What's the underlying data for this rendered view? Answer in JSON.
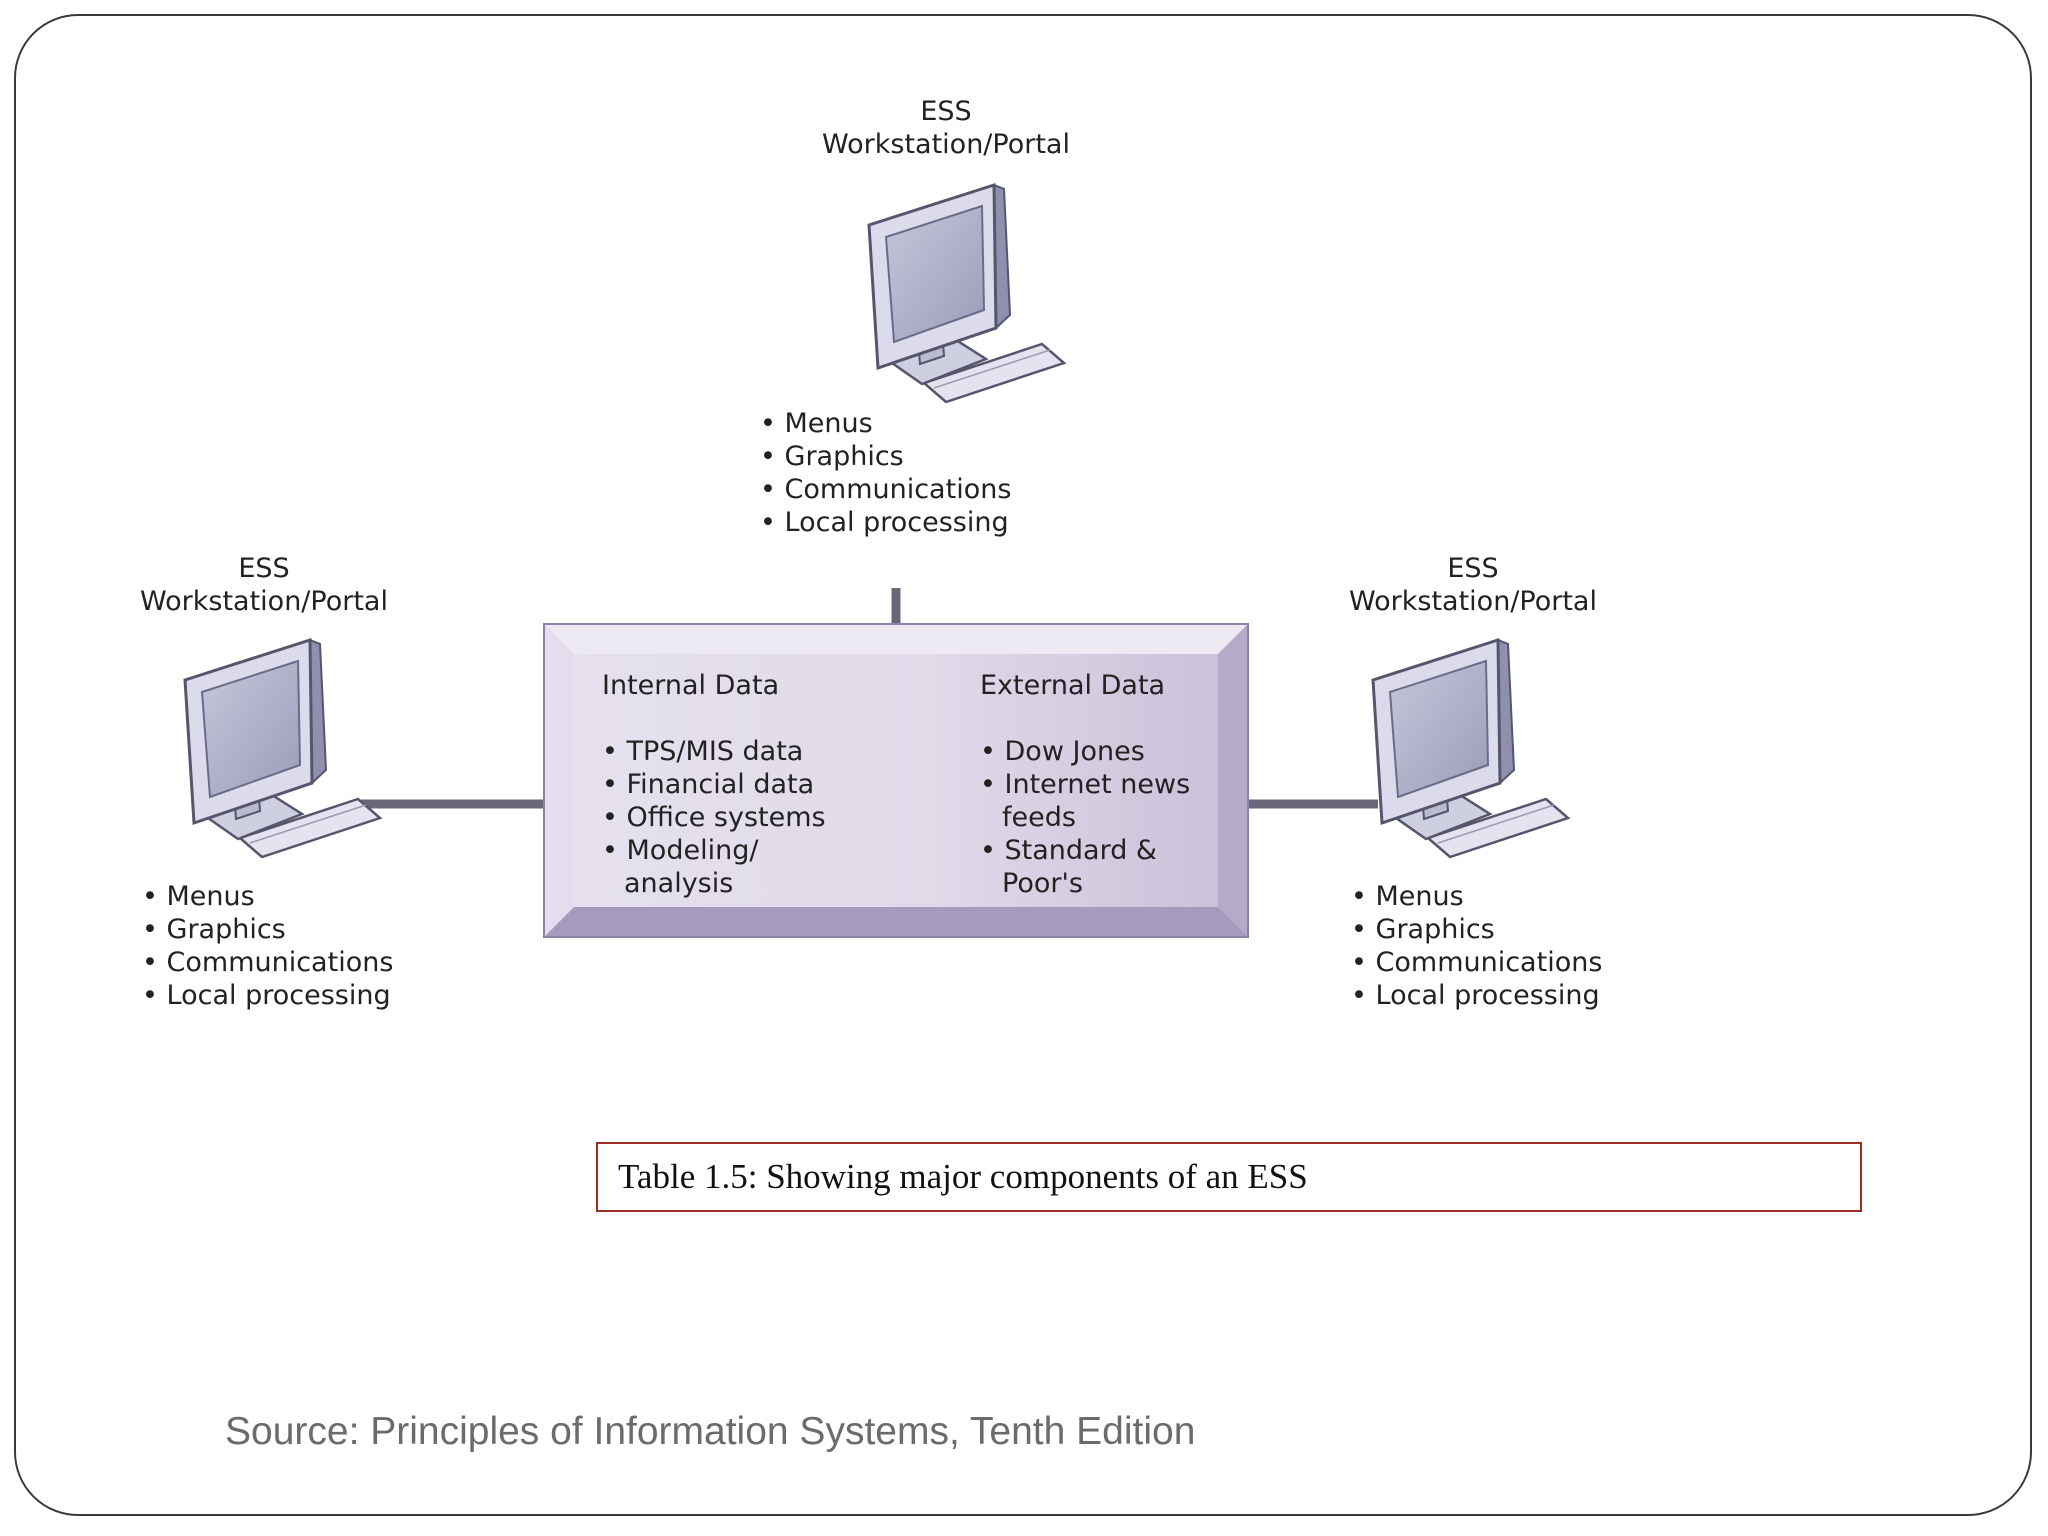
{
  "workstations": {
    "top": {
      "title": "ESS",
      "subtitle": "Workstation/Portal",
      "features": [
        "Menus",
        "Graphics",
        "Communications",
        "Local processing"
      ]
    },
    "left": {
      "title": "ESS",
      "subtitle": "Workstation/Portal",
      "features": [
        "Menus",
        "Graphics",
        "Communications",
        "Local processing"
      ]
    },
    "right": {
      "title": "ESS",
      "subtitle": "Workstation/Portal",
      "features": [
        "Menus",
        "Graphics",
        "Communications",
        "Local processing"
      ]
    }
  },
  "hub": {
    "internal": {
      "title": "Internal Data",
      "items": [
        "TPS/MIS data",
        "Financial data",
        "Office systems",
        "Modeling/ analysis"
      ]
    },
    "external": {
      "title": "External Data",
      "items": [
        "Dow Jones",
        "Internet news feeds",
        "Standard & Poor's"
      ]
    }
  },
  "caption": "Table 1.5: Showing major components of an ESS",
  "source": "Source: Principles of Information Systems, Tenth Edition",
  "colors": {
    "hub_fill": "#d4cce0",
    "connector": "#6a6878",
    "monitor": "#dcdbec",
    "caption_border": "#9b2c26"
  }
}
